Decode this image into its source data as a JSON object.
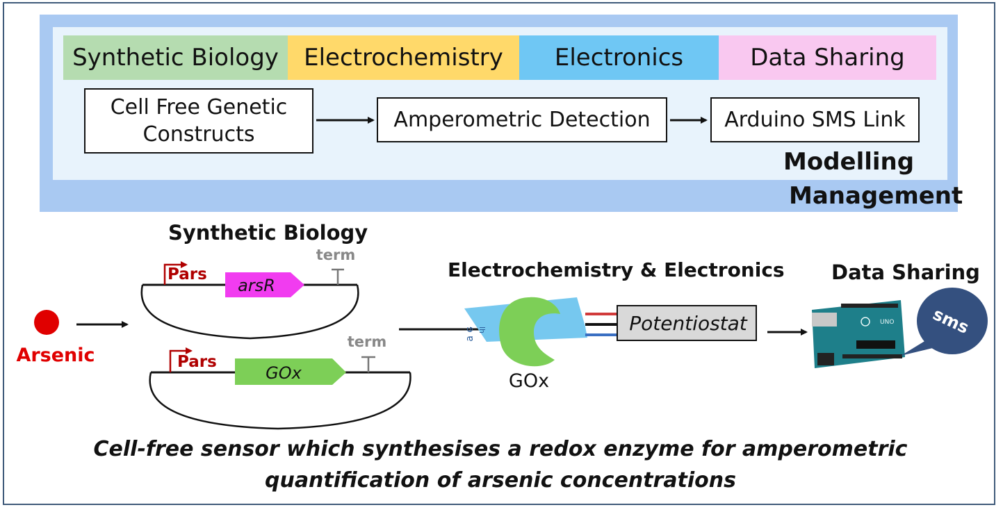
{
  "domains": {
    "synthetic_biology": "Synthetic Biology",
    "electrochemistry": "Electrochemistry",
    "electronics": "Electronics",
    "data_sharing": "Data Sharing"
  },
  "pipeline": {
    "cell_free_line1": "Cell Free Genetic",
    "cell_free_line2": "Constructs",
    "amperometric": "Amperometric Detection",
    "arduino": "Arduino SMS Link"
  },
  "layers": {
    "modelling": "Modelling",
    "management": "Management"
  },
  "detail": {
    "synbio_title": "Synthetic Biology",
    "electro_title": "Electrochemistry & Electronics",
    "datashare_title": "Data Sharing",
    "arsenic": "Arsenic",
    "promoter_1": "Pars",
    "gene_1": "arsR",
    "terminator_1": "term",
    "promoter_2": "Pars",
    "gene_2": "GOx",
    "terminator_2": "term",
    "enzyme_label": "GOx",
    "potentiostat": "Potentiostat",
    "sms_bubble": "sms",
    "board_brand": "UNO",
    "electrode_letters": "ɘ ɐ",
    "electrode_marker": "lh"
  },
  "caption": {
    "line1": "Cell-free sensor which synthesises a redox enzyme for amperometric",
    "line2": "quantification of arsenic concentrations"
  },
  "colors": {
    "management_bg": "#a9c9f2",
    "modelling_bg": "#e8f3fc",
    "synbio": "#b5dcb0",
    "electrochem": "#ffd96a",
    "electronics": "#6fc7f4",
    "data_sharing": "#f9c8f0",
    "arsenic_red": "#e00000",
    "promoter_red": "#b00000",
    "arsR_magenta": "#f13cf0",
    "gox_green": "#7dcf57",
    "arduino_teal": "#1e7f8a",
    "sms_bubble": "#34507f"
  }
}
